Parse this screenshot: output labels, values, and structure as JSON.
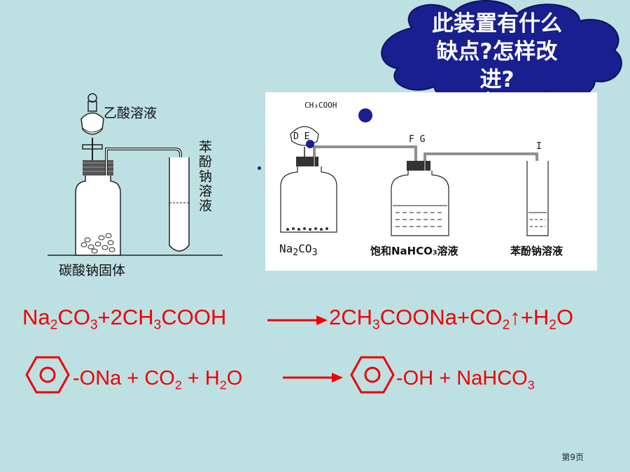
{
  "cloud": {
    "line1": "此装置有什么",
    "line2": "缺点?怎样改",
    "line3": "进?"
  },
  "left_apparatus": {
    "funnel_label": "乙酸溶液",
    "tube_label": "苯酚钠溶液",
    "bottle_label": "碳酸钠固体"
  },
  "right_apparatus": {
    "reagent_top": "CH₃COOH",
    "letters_de": "D E",
    "letters_fg": "F G",
    "letter_i": "I",
    "label_1_main": "Na",
    "label_1_sub": "2",
    "label_1_tail": "CO",
    "label_1_sub2": "3",
    "label_2": "饱和NaHCO₃溶液",
    "label_3": "苯酚钠溶液"
  },
  "equation1": {
    "lhs_a": "Na",
    "lhs_a_sub": "2",
    "lhs_b": "CO",
    "lhs_b_sub": "3",
    "lhs_c": "+2CH",
    "lhs_c_sub": "3",
    "lhs_d": "COOH",
    "rhs_a": "2CH",
    "rhs_a_sub": "3",
    "rhs_b": "COONa+CO",
    "rhs_b_sub": "2",
    "rhs_c": "↑+H",
    "rhs_c_sub": "2",
    "rhs_d": "O"
  },
  "equation2": {
    "lhs_a": "-ONa + CO",
    "lhs_a_sub": "2",
    "lhs_b": " + H",
    "lhs_b_sub": "2",
    "lhs_c": "O",
    "rhs_a": "-OH  + NaHCO",
    "rhs_a_sub": "3"
  },
  "footer": {
    "page": "第9页"
  },
  "colors": {
    "background": "#bde0e3",
    "cloud": "#1a1f8f",
    "equation": "#f00000",
    "dot": "#1a1f8f"
  }
}
